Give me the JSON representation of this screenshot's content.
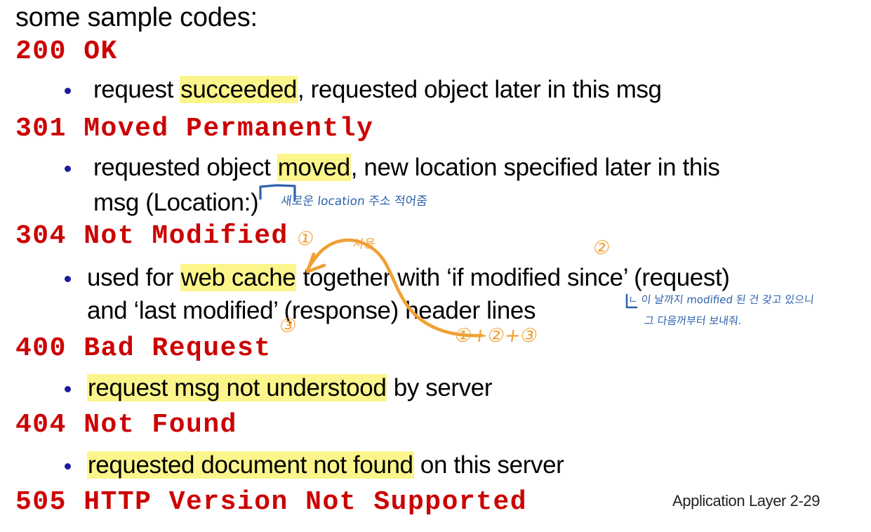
{
  "slide": {
    "intro_text": "some sample codes:",
    "footer": "Application Layer 2-29"
  },
  "colors": {
    "code_red": "#CC0000",
    "highlight_yellow": "#FBF58B",
    "bullet_blue": "#1C1C9E",
    "annotation_blue": "#2F62AD",
    "annotation_orange": "#F0A033",
    "body_black": "#000000",
    "background": "#FFFFFF"
  },
  "codes": [
    {
      "code": "200 OK",
      "bullets": [
        {
          "pre": "request ",
          "highlight": "succeeded",
          "post": ", requested object later in this msg"
        }
      ]
    },
    {
      "code": "301 Moved Permanently",
      "bullets": [
        {
          "pre": "requested object ",
          "highlight": "moved",
          "post": ", new location specified later in this"
        },
        {
          "pre": "msg (Location:)",
          "highlight": "",
          "post": ""
        }
      ]
    },
    {
      "code": "304 Not Modified",
      "bullets": [
        {
          "pre": "used for ",
          "highlight": "web cache",
          "post": " together with ‘if modified since’ (request)"
        },
        {
          "pre": "and ‘last modified’ (response) header lines",
          "highlight": "",
          "post": ""
        }
      ]
    },
    {
      "code": "400 Bad Request",
      "bullets": [
        {
          "pre": " ",
          "highlight": "request msg not understood",
          "post": " by server"
        }
      ]
    },
    {
      "code": "404 Not Found",
      "bullets": [
        {
          "pre": " ",
          "highlight": "requested document not found",
          "post": " on this server"
        }
      ]
    },
    {
      "code": "505 HTTP Version Not Supported",
      "bullets": []
    }
  ],
  "annotations": {
    "blue_location_note": "새로운 location 주소 적어줌",
    "blue_modified_note_line1": "ㄴ 이 날까지 modified 된 건 갖고 있으니",
    "blue_modified_note_line2": "그 다음꺼부터 보내줘.",
    "orange_use_label": "사용",
    "marker_1": "①",
    "marker_2": "②",
    "marker_3": "③",
    "sum_expression": "①+②+③"
  }
}
